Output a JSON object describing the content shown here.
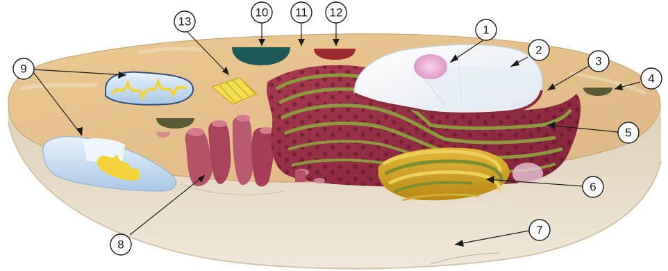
{
  "figure": {
    "callouts": [
      {
        "id": "1",
        "label": "1"
      },
      {
        "id": "2",
        "label": "2"
      },
      {
        "id": "3",
        "label": "3"
      },
      {
        "id": "4",
        "label": "4"
      },
      {
        "id": "5",
        "label": "5"
      },
      {
        "id": "6",
        "label": "6"
      },
      {
        "id": "7",
        "label": "7"
      },
      {
        "id": "8",
        "label": "8"
      },
      {
        "id": "9",
        "label": "9"
      },
      {
        "id": "10",
        "label": "10"
      },
      {
        "id": "11",
        "label": "11"
      },
      {
        "id": "12",
        "label": "12"
      },
      {
        "id": "13",
        "label": "13"
      }
    ]
  },
  "colors": {
    "cytoplasm_top": "#e3c08f",
    "cytoplasm_side": "#d9ccb2",
    "membrane_edge": "#c8b08c",
    "rough_er": "#9a3346",
    "rough_er_lumen": "#7e8a3a",
    "ribosome": "#5e1426",
    "smooth_er": "#b5566a",
    "nucleus": "#f3f6f8",
    "nucleolus": "#e7a9cf",
    "golgi_gold": "#d6a72c",
    "golgi_green": "#8a9a3a",
    "mitochondria_shell": "#cfe3f5",
    "mitochondria_cristae": "#f3d23a",
    "centriole": "#f2e050",
    "vesicle_teal": "#1d5a57",
    "vesicle_red": "#9b2b2f",
    "vesicle_olive": "#5c5a35",
    "lysosome_pink": "#d78b8b"
  },
  "icons": {
    "nucleus": "nucleus-icon",
    "nucleolus": "nucleolus-icon",
    "mitochondrion": "mitochondrion-icon",
    "golgi": "golgi-apparatus-icon",
    "rough_er": "rough-er-icon",
    "smooth_er": "smooth-er-icon",
    "centriole": "centriole-icon",
    "vesicle": "vesicle-icon"
  }
}
